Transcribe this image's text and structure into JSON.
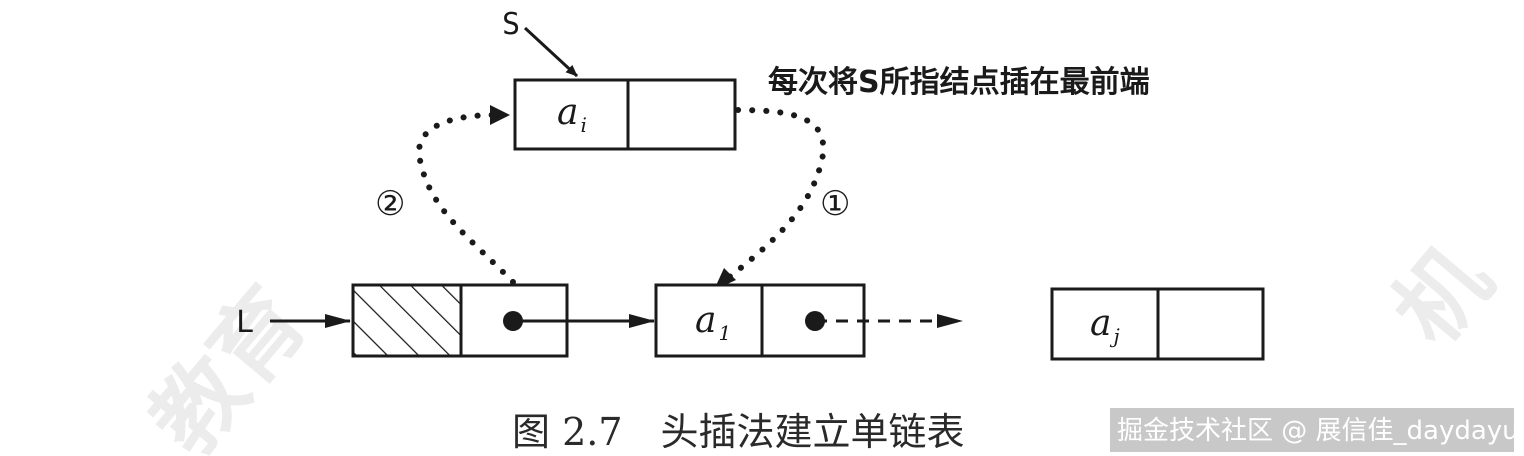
{
  "labels": {
    "s_pointer": "S",
    "head_pointer": "L",
    "node_new": "a",
    "node_new_sub": "i",
    "node_first": "a",
    "node_first_sub": "1",
    "node_j": "a",
    "node_j_sub": "j",
    "step_one": "①",
    "step_two": "②",
    "annotation": "每次将S所指结点插在最前端"
  },
  "caption": "图 2.7　头插法建立单链表",
  "watermark": "掘金技术社区 @ 展信佳_daydayup",
  "background_watermark": [
    "教育",
    "机"
  ]
}
